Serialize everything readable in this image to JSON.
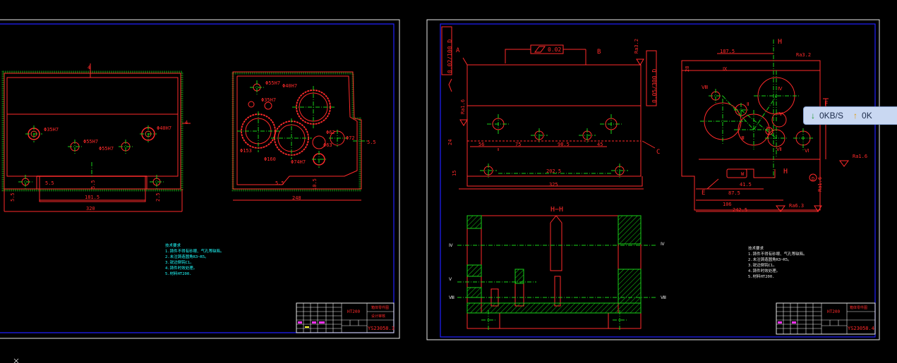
{
  "colors": {
    "red": "#ff2a2a",
    "green": "#18d018",
    "blue": "#2020ff",
    "white": "#e8e8e8",
    "cyan": "#20ffff",
    "magenta": "#ff30ff",
    "yellow": "#ffff30"
  },
  "net_monitor": {
    "down_label": "0KB/S",
    "up_label": "0K",
    "down_icon": "arrow-down-icon",
    "up_icon": "arrow-up-icon"
  },
  "sheet_left": {
    "front_dims": {
      "bottom_total": "320",
      "bottom_mid": "181.5",
      "left_small": "5.5",
      "right_small": "2.5",
      "vert": "5.5",
      "gap": "5.5",
      "side": "4",
      "top": "4"
    },
    "front_holes": [
      "Φ35H7",
      "Φ55H7",
      "Φ55H7",
      "Φ40H7"
    ],
    "side_dims": {
      "total": "248",
      "gap": "5.5",
      "height": "10.5",
      "right": "5.5"
    },
    "side_holes": [
      "Φ55H7",
      "Φ35H7",
      "Φ40H7",
      "Φ62",
      "Φ63",
      "Φ72",
      "Φ153",
      "Φ160",
      "Φ74H7"
    ],
    "notes": [
      "技术要求",
      "1.铸件不得有砂眼、气孔等缺陷。",
      "2.未注铸造圆角R3~R5。",
      "3.锐边倒钝C1。",
      "4.铸件时效处理。",
      "5.材料HT200."
    ],
    "title_block": {
      "material": "HT200",
      "name": "箱体零件图",
      "drawing_no": "YS23058.3",
      "dept": "设计审核"
    }
  },
  "sheet_right": {
    "tol_frames": [
      "0.02/100 D",
      "0.02",
      "Ra3.2",
      "0.05/300 D",
      "Ra1.6",
      "Ra3.2"
    ],
    "labels": [
      "A",
      "B",
      "C",
      "D",
      "E",
      "F",
      "H",
      "H",
      "Ⅸ",
      "Ⅷ",
      "Ⅳ",
      "Ⅲ",
      "Ⅱ",
      "Ⅰ",
      "Ⅴ",
      "Ⅵ",
      "Ⅶ",
      "W"
    ],
    "front_dims": {
      "d1": "56",
      "d2": "75",
      "d3": "98.5",
      "d4": "45",
      "d5": "24",
      "bottom": "202.5",
      "total": "325",
      "left": "15"
    },
    "side_dims": {
      "top": "187.5",
      "d1": "41.5",
      "d2": "87.5",
      "d3": "106",
      "d4": "242.5",
      "r1": "Ra6.3",
      "r2": "Ra1.6",
      "r3": "Ra1.6",
      "left": "28"
    },
    "section_title": "H−H",
    "section_marks": [
      "Ⅳ",
      "Ⅳ",
      "Ⅴ",
      "Ⅷ",
      "Ⅷ"
    ],
    "notes": [
      "技术要求",
      "1.铸件不得有砂眼、气孔等缺陷。",
      "2.未注铸造圆角R3~R5。",
      "3.锐边倒钝C1。",
      "4.铸件时效处理。",
      "5.材料HT200."
    ],
    "title_block": {
      "material": "HT200",
      "name": "箱体零件图",
      "drawing_no": "YS23058.4"
    }
  }
}
